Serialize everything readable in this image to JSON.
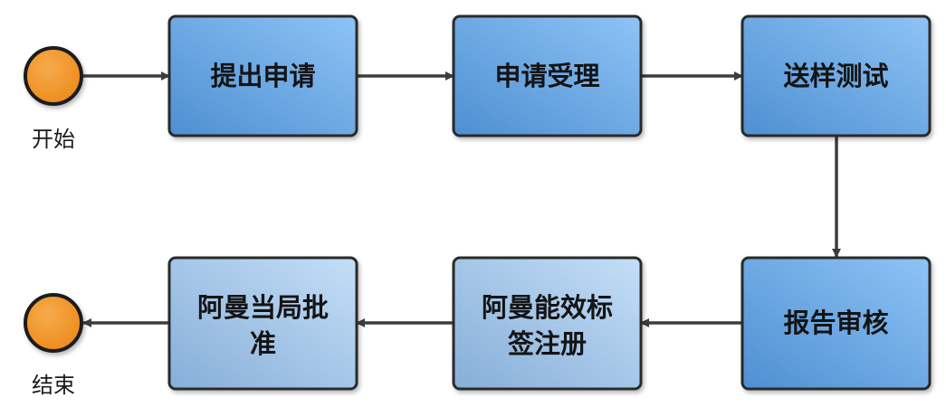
{
  "diagram": {
    "start": {
      "label": "开始"
    },
    "end": {
      "label": "结束"
    },
    "steps": [
      {
        "lines": [
          "提出申请"
        ]
      },
      {
        "lines": [
          "申请受理"
        ]
      },
      {
        "lines": [
          "送样测试"
        ]
      },
      {
        "lines": [
          "报告审核"
        ]
      },
      {
        "lines": [
          "阿曼能效标",
          "签注册"
        ]
      },
      {
        "lines": [
          "阿曼当局批",
          "准"
        ]
      }
    ],
    "colors": {
      "active_box_light": "#8ec3f5",
      "active_box_dark": "#4e8fd2",
      "pending_box_light": "#c4def7",
      "pending_box_dark": "#86aed8",
      "box_border": "#2b2b2b",
      "event_fill": "#ec8a1c",
      "event_border": "#1e1e1e",
      "arrow": "#3d3d3d"
    }
  }
}
